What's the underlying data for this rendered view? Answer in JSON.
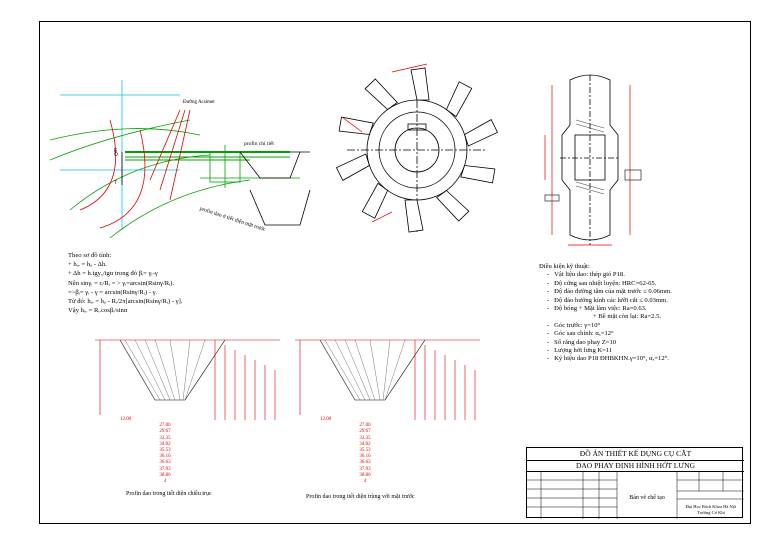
{
  "drawing": {
    "profile_detail_label": "profin chi tiết",
    "profile_rake_label": "profin dao ở tiết diện mặt trước",
    "duong_acsimet_label": "Đường Acsimet"
  },
  "formula": {
    "lines": [
      "Theo sơ đồ tính:",
      "+ hᵢᵥ = hᵢᵢ - Δh.",
      "+ Δh = h.tgyₓ/tgα trong đó βᵢ= γᵢ-γ",
      "Nên sinγᵢ = rᵢ/Rᵢ = > γᵢ=arcsin(Rsinγ/Rᵢ).",
      "=>βᵢ= γᵢ - γ = arcsin(Rsinγ/Rᵢ) - γ.",
      "Từ đó: hᵢᵥ = hᵢᵢ - Rᵢ/2π[arcsin(Rsinγ/Rᵢ) - γ].",
      "Vậy hᵢᵥ = Rᵢ.cosβᵢ/sinα"
    ]
  },
  "tech_notes": {
    "title": "Điều kiện kỹ thuật:",
    "items": [
      "Vật liệu dao: thép gió P18.",
      "Độ cứng sau nhiệt luyện: HRC=62-65.",
      "Độ đảo đường tâm của mặt trước ≤ 0.06mm.",
      "Độ đảo hướng kính các lưỡi cắt ≤ 0.03mm.",
      "Độ bóng + Mặt làm việc: Ra=0.63.",
      "+ Bề mặt còn lại: Ra=2.5.",
      "Góc trước: γ=10°",
      "Góc sau chính: αₓ=12°",
      "Số răng dao phay Z=10",
      "Lượng hớt lưng K=11",
      "Ký hiệu dao P18 ĐHBKHN.γ=10°, αₓ=12°."
    ]
  },
  "profile1": {
    "dims": [
      "12.00",
      "27.00",
      "29.67",
      "32.35",
      "34.02",
      "35.53",
      "36.16",
      "36.63",
      "37.93",
      "38.86",
      "4"
    ],
    "caption": "Profin dao trong tiết diện chiều trục"
  },
  "profile2": {
    "dims": [
      "12.00",
      "27.00",
      "29.67",
      "32.35",
      "34.02",
      "35.53",
      "36.16",
      "36.63",
      "37.93",
      "38.86",
      "4"
    ],
    "caption": "Profin dao trong tiết diện trùng với mặt trước"
  },
  "title_block": {
    "project": "ĐỒ ÁN THIẾT KẾ DỤNG CỤ CẮT",
    "drawing_title": "DAO PHAY ĐỊNH HÌNH HỚT LƯNG",
    "sheet_name": "Bản vẽ chế tạo",
    "school": "Đại Học Bách Khoa Hà Nội",
    "dept": "Trường Cơ Khí"
  }
}
